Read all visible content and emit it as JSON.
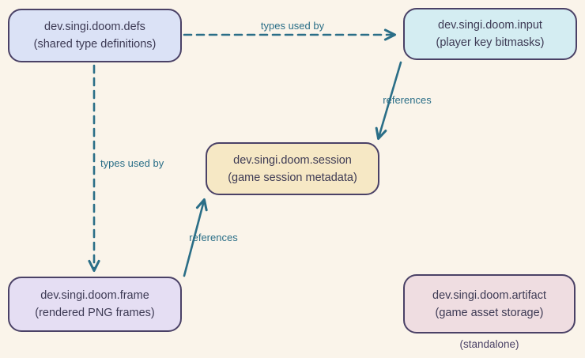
{
  "diagram": {
    "nodes": {
      "defs": {
        "title": "dev.singi.doom.defs",
        "subtitle": "(shared type definitions)",
        "fill": "#dbe2f6"
      },
      "input": {
        "title": "dev.singi.doom.input",
        "subtitle": "(player key bitmasks)",
        "fill": "#d4edf2"
      },
      "session": {
        "title": "dev.singi.doom.session",
        "subtitle": "(game session metadata)",
        "fill": "#f6e8c5"
      },
      "frame": {
        "title": "dev.singi.doom.frame",
        "subtitle": "(rendered PNG frames)",
        "fill": "#e5def3"
      },
      "artifact": {
        "title": "dev.singi.doom.artifact",
        "subtitle": "(game asset storage)",
        "fill": "#efdde1",
        "note": "(standalone)"
      }
    },
    "edges": [
      {
        "from": "defs",
        "to": "input",
        "label": "types used by",
        "style": "dashed"
      },
      {
        "from": "defs",
        "to": "frame",
        "label": "types used by",
        "style": "dashed"
      },
      {
        "from": "input",
        "to": "session",
        "label": "references",
        "style": "solid"
      },
      {
        "from": "frame",
        "to": "session",
        "label": "references",
        "style": "solid"
      }
    ],
    "colors": {
      "background": "#faf4ea",
      "border": "#4a4166",
      "node_text": "#3d3a54",
      "edge": "#2a6e87",
      "edge_label": "#2a6e87",
      "note_text": "#4a4166"
    }
  }
}
